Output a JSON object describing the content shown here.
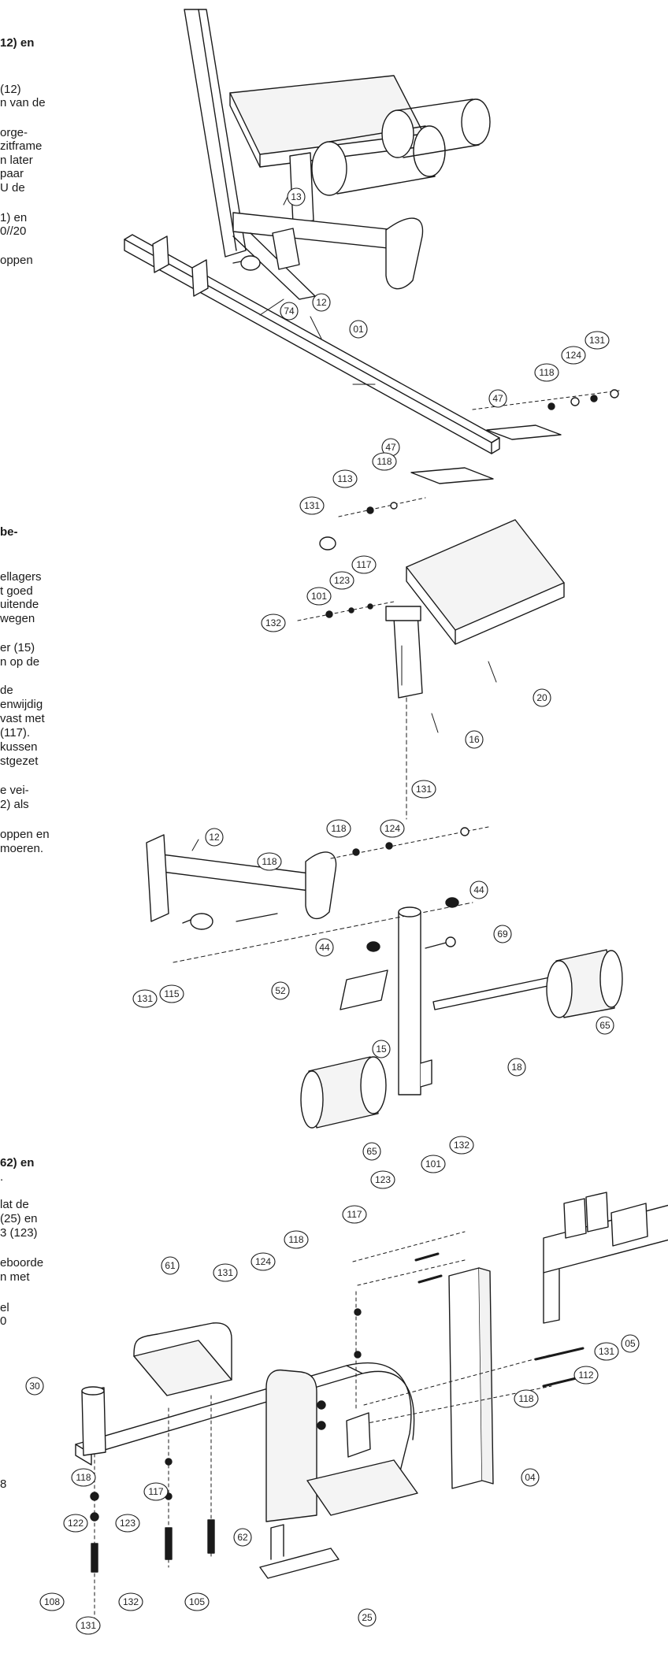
{
  "text_fragments": [
    {
      "id": "s1",
      "text": "12) en",
      "bold": true
    },
    {
      "id": "s2",
      "text": "(12)"
    },
    {
      "id": "s3",
      "text": "n van de"
    },
    {
      "id": "s4",
      "text": "orge-"
    },
    {
      "id": "s5",
      "text": "zitframe"
    },
    {
      "id": "s6",
      "text": "n later"
    },
    {
      "id": "s7",
      "text": "paar"
    },
    {
      "id": "s8",
      "text": "U de"
    },
    {
      "id": "s9",
      "text": "1) en"
    },
    {
      "id": "s10",
      "text": "0//20"
    },
    {
      "id": "s11",
      "text": "oppen"
    },
    {
      "id": "s12",
      "text": "be-",
      "bold": true
    },
    {
      "id": "s13",
      "text": "ellagers"
    },
    {
      "id": "s14",
      "text": "t goed"
    },
    {
      "id": "s15",
      "text": "uitende"
    },
    {
      "id": "s16",
      "text": "wegen"
    },
    {
      "id": "s17",
      "text": "er (15)"
    },
    {
      "id": "s18",
      "text": "n op de"
    },
    {
      "id": "s19",
      "text": "de"
    },
    {
      "id": "s20",
      "text": "enwijdig"
    },
    {
      "id": "s21",
      "text": "vast met"
    },
    {
      "id": "s22",
      "text": "(117)."
    },
    {
      "id": "s23",
      "text": "kussen"
    },
    {
      "id": "s24",
      "text": "stgezet"
    },
    {
      "id": "s25",
      "text": "e vei-"
    },
    {
      "id": "s26",
      "text": "2) als"
    },
    {
      "id": "s27",
      "text": "oppen en"
    },
    {
      "id": "s28",
      "text": "moeren."
    },
    {
      "id": "s29",
      "text": "62) en",
      "bold": true
    },
    {
      "id": "s30",
      "text": "."
    },
    {
      "id": "s31",
      "text": "lat de"
    },
    {
      "id": "s32",
      "text": "(25) en"
    },
    {
      "id": "s33",
      "text": "3 (123)"
    },
    {
      "id": "s34",
      "text": "eboorde"
    },
    {
      "id": "s35",
      "text": "n met"
    },
    {
      "id": "s36",
      "text": "el"
    },
    {
      "id": "s37",
      "text": "0"
    },
    {
      "id": "s38",
      "text": "8"
    }
  ],
  "part_labels": [
    {
      "id": "p13a",
      "text": "13"
    },
    {
      "id": "p12a",
      "text": "12"
    },
    {
      "id": "p74",
      "text": "74"
    },
    {
      "id": "p01",
      "text": "01"
    },
    {
      "id": "p131a",
      "text": "131"
    },
    {
      "id": "p124a",
      "text": "124"
    },
    {
      "id": "p118a",
      "text": "118"
    },
    {
      "id": "p47a",
      "text": "47"
    },
    {
      "id": "p47b",
      "text": "47"
    },
    {
      "id": "p118b",
      "text": "118"
    },
    {
      "id": "p113",
      "text": "113"
    },
    {
      "id": "p131b",
      "text": "131"
    },
    {
      "id": "p117a",
      "text": "117"
    },
    {
      "id": "p123a",
      "text": "123"
    },
    {
      "id": "p101a",
      "text": "101"
    },
    {
      "id": "p132a",
      "text": "132"
    },
    {
      "id": "p20",
      "text": "20"
    },
    {
      "id": "p16",
      "text": "16"
    },
    {
      "id": "p131c",
      "text": "131"
    },
    {
      "id": "p124b",
      "text": "124"
    },
    {
      "id": "p118c",
      "text": "118"
    },
    {
      "id": "p12b",
      "text": "12"
    },
    {
      "id": "p118d",
      "text": "118"
    },
    {
      "id": "p44a",
      "text": "44"
    },
    {
      "id": "p69",
      "text": "69"
    },
    {
      "id": "p44b",
      "text": "44"
    },
    {
      "id": "p52",
      "text": "52"
    },
    {
      "id": "p131d",
      "text": "131"
    },
    {
      "id": "p115",
      "text": "115"
    },
    {
      "id": "p15",
      "text": "15"
    },
    {
      "id": "p65a",
      "text": "65"
    },
    {
      "id": "p18",
      "text": "18"
    },
    {
      "id": "p65b",
      "text": "65"
    },
    {
      "id": "p132b",
      "text": "132"
    },
    {
      "id": "p101b",
      "text": "101"
    },
    {
      "id": "p123b",
      "text": "123"
    },
    {
      "id": "p117b",
      "text": "117"
    },
    {
      "id": "p61",
      "text": "61"
    },
    {
      "id": "p118e",
      "text": "118"
    },
    {
      "id": "p124c",
      "text": "124"
    },
    {
      "id": "p131e",
      "text": "131"
    },
    {
      "id": "p05",
      "text": "05"
    },
    {
      "id": "p131f",
      "text": "131"
    },
    {
      "id": "p112",
      "text": "112"
    },
    {
      "id": "p118f",
      "text": "118"
    },
    {
      "id": "p30",
      "text": "30"
    },
    {
      "id": "p04",
      "text": "04"
    },
    {
      "id": "p118g",
      "text": "118"
    },
    {
      "id": "p117c",
      "text": "117"
    },
    {
      "id": "p122",
      "text": "122"
    },
    {
      "id": "p123c",
      "text": "123"
    },
    {
      "id": "p62",
      "text": "62"
    },
    {
      "id": "p25",
      "text": "25"
    },
    {
      "id": "p108",
      "text": "108"
    },
    {
      "id": "p132c",
      "text": "132"
    },
    {
      "id": "p105",
      "text": "105"
    },
    {
      "id": "p131g",
      "text": "131"
    }
  ],
  "colors": {
    "ink": "#1a1a1a",
    "paper": "#ffffff",
    "face_light": "#f2f2f2",
    "face_mid": "#e4e4e4"
  }
}
